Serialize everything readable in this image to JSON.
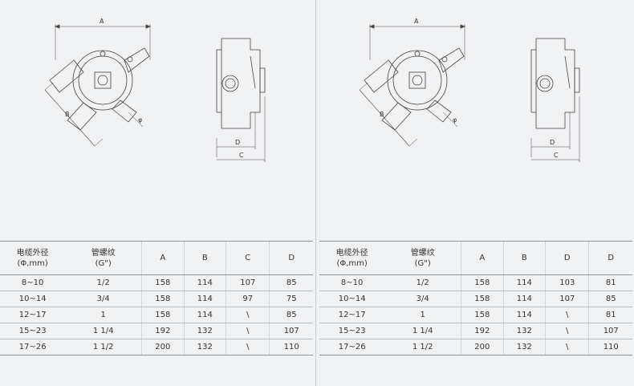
{
  "panels": [
    {
      "drawing": {
        "front_labels": {
          "a": "A",
          "b": "B",
          "phi": "φ"
        },
        "side_labels": {
          "d": "D",
          "c": "C"
        }
      },
      "table": {
        "headers": {
          "cable_od_line1": "电缆外径",
          "cable_od_line2": "(Φ,mm)",
          "thread_line1": "管螺纹",
          "thread_line2": "(G\")",
          "col3": "A",
          "col4": "B",
          "col5": "C",
          "col6": "D"
        },
        "rows": [
          {
            "cable": "8~10",
            "thread": "1/2",
            "a": "158",
            "b": "114",
            "x": "107",
            "y": "85"
          },
          {
            "cable": "10~14",
            "thread": "3/4",
            "a": "158",
            "b": "114",
            "x": "97",
            "y": "75"
          },
          {
            "cable": "12~17",
            "thread": "1",
            "a": "158",
            "b": "114",
            "x": "\\",
            "y": "85"
          },
          {
            "cable": "15~23",
            "thread": "1 1/4",
            "a": "192",
            "b": "132",
            "x": "\\",
            "y": "107"
          },
          {
            "cable": "17~26",
            "thread": "1 1/2",
            "a": "200",
            "b": "132",
            "x": "\\",
            "y": "110"
          }
        ]
      }
    },
    {
      "drawing": {
        "front_labels": {
          "a": "A",
          "b": "B",
          "phi": "φ"
        },
        "side_labels": {
          "d": "D",
          "c": "C"
        }
      },
      "table": {
        "headers": {
          "cable_od_line1": "电缆外径",
          "cable_od_line2": "(Φ,mm)",
          "thread_line1": "管螺纹",
          "thread_line2": "(G\")",
          "col3": "A",
          "col4": "B",
          "col5": "D",
          "col6": "D"
        },
        "rows": [
          {
            "cable": "8~10",
            "thread": "1/2",
            "a": "158",
            "b": "114",
            "x": "103",
            "y": "81"
          },
          {
            "cable": "10~14",
            "thread": "3/4",
            "a": "158",
            "b": "114",
            "x": "107",
            "y": "85"
          },
          {
            "cable": "12~17",
            "thread": "1",
            "a": "158",
            "b": "114",
            "x": "\\",
            "y": "81"
          },
          {
            "cable": "15~23",
            "thread": "1 1/4",
            "a": "192",
            "b": "132",
            "x": "\\",
            "y": "107"
          },
          {
            "cable": "17~26",
            "thread": "1 1/2",
            "a": "200",
            "b": "132",
            "x": "\\",
            "y": "110"
          }
        ]
      }
    }
  ]
}
